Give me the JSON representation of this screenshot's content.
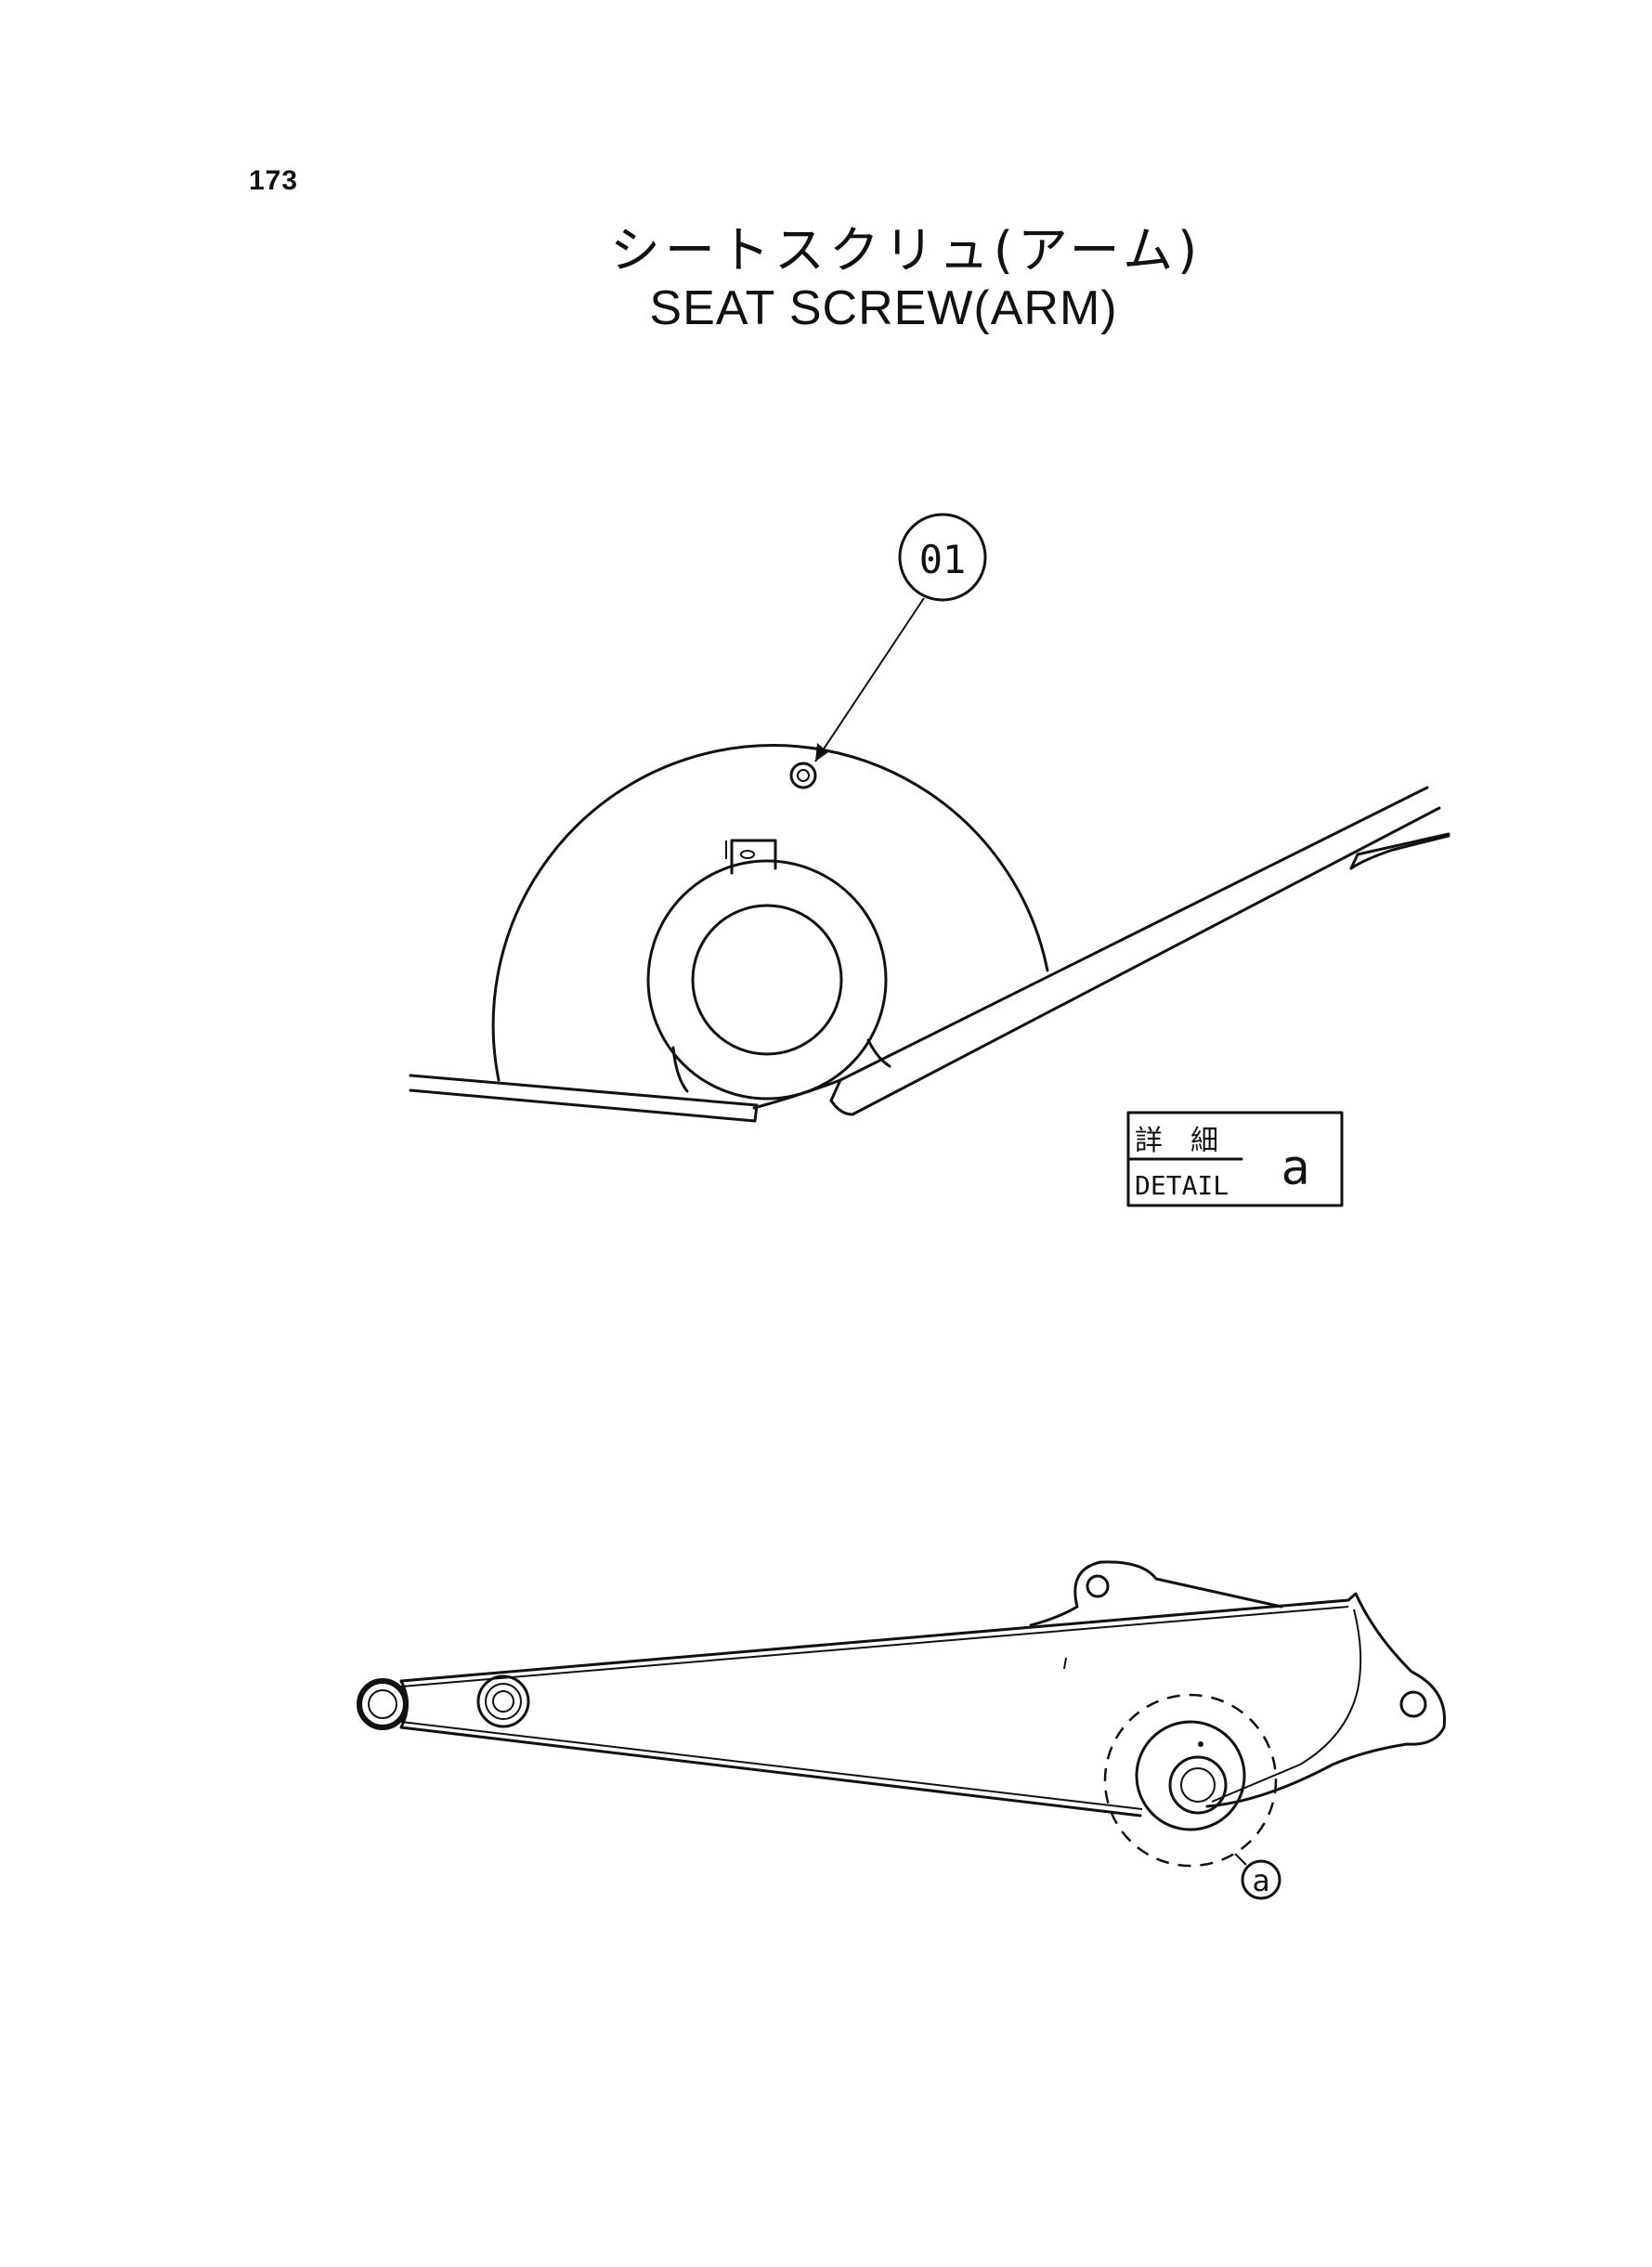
{
  "page": {
    "number": "173"
  },
  "title": {
    "japanese": "シートスクリュ(アーム)",
    "english": "SEAT SCREW(ARM)"
  },
  "callouts": [
    {
      "id": "01",
      "text": "01"
    }
  ],
  "detail_box": {
    "japanese": "詳　細",
    "english": "DETAIL",
    "letter": "a"
  },
  "detail_marker": {
    "letter": "a"
  }
}
